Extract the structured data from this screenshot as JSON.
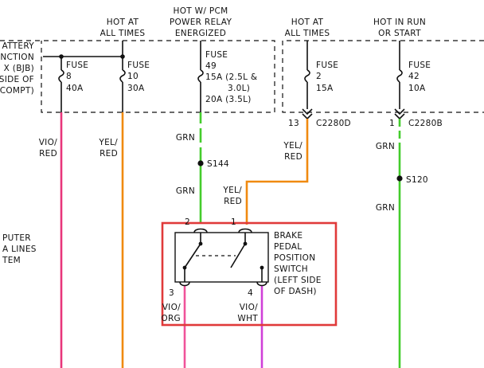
{
  "colors": {
    "vio_red": "#e8357a",
    "yel_red": "#f08a10",
    "grn": "#44cc2c",
    "vio_org": "#f0539a",
    "vio_wht": "#d040d8",
    "highlight": "#e03a3a",
    "ink": "#111111"
  },
  "headers": {
    "hot_at_all_times_1": [
      "HOT AT",
      "ALL TIMES"
    ],
    "hot_pcm": [
      "HOT W/ PCM",
      "POWER RELAY",
      "ENERGIZED"
    ],
    "hot_at_all_times_2": [
      "HOT AT",
      "ALL TIMES"
    ],
    "hot_in_run": [
      "HOT IN RUN",
      "OR START"
    ]
  },
  "bjb_label": [
    "ATTERY",
    "NCTION",
    "X (BJB)",
    "SIDE OF",
    "COMPT)"
  ],
  "fuses": [
    {
      "lines": [
        "FUSE",
        "8",
        "40A"
      ]
    },
    {
      "lines": [
        "FUSE",
        "10",
        "30A"
      ]
    },
    {
      "lines": [
        "FUSE",
        "49",
        "15A (2.5L &",
        "3.0L)",
        "20A (3.5L)"
      ]
    },
    {
      "lines": [
        "FUSE",
        "2",
        "15A"
      ]
    },
    {
      "lines": [
        "FUSE",
        "42",
        "10A"
      ]
    }
  ],
  "connectors": {
    "c2280d": {
      "pin": "13",
      "name": "C2280D"
    },
    "c2280b": {
      "pin": "1",
      "name": "C2280B"
    }
  },
  "wire_labels": {
    "vio_red": [
      "VIO/",
      "RED"
    ],
    "yel_red_1": [
      "YEL/",
      "RED"
    ],
    "grn_1": "GRN",
    "s144": "S144",
    "grn_2": "GRN",
    "yel_red_2": [
      "YEL/",
      "RED"
    ],
    "yel_red_3": [
      "YEL/",
      "RED"
    ],
    "grn_3": "GRN",
    "s120": "S120",
    "grn_4": "GRN"
  },
  "computer_label": [
    "PUTER",
    "A LINES",
    "TEM"
  ],
  "switch": {
    "pins": {
      "p2": "2",
      "p1": "1",
      "p3": "3",
      "p4": "4"
    },
    "label": [
      "BRAKE",
      "PEDAL",
      "POSITION",
      "SWITCH",
      "(LEFT SIDE",
      "OF DASH)"
    ],
    "out_left": [
      "VIO/",
      "ORG"
    ],
    "out_right": [
      "VIO/",
      "WHT"
    ]
  }
}
